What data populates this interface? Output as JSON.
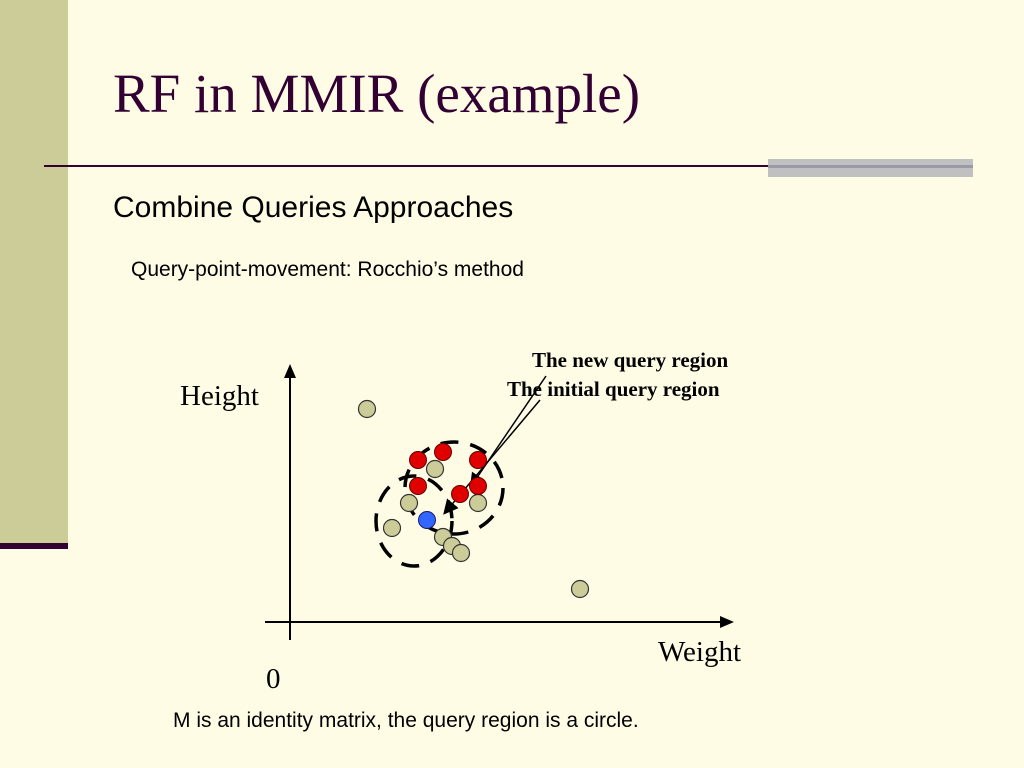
{
  "slide": {
    "title": "RF in MMIR (example)",
    "subtitle": "Combine Queries Approaches",
    "method": "Query-point-movement: Rocchio’s method",
    "caption": "M is an identity matrix, the query region is a circle."
  },
  "diagram": {
    "y_axis_label": "Height",
    "x_axis_label": "Weight",
    "origin_label": "0",
    "new_region_label": "The new query region",
    "initial_region_label": "The initial query region"
  },
  "colors": {
    "background": "#FFFCE6",
    "sidebar": "#CCCC99",
    "title_text": "#330033",
    "point_neutral": "#CCCC99",
    "point_relevant": "#E00000",
    "point_query": "#3366FF"
  }
}
